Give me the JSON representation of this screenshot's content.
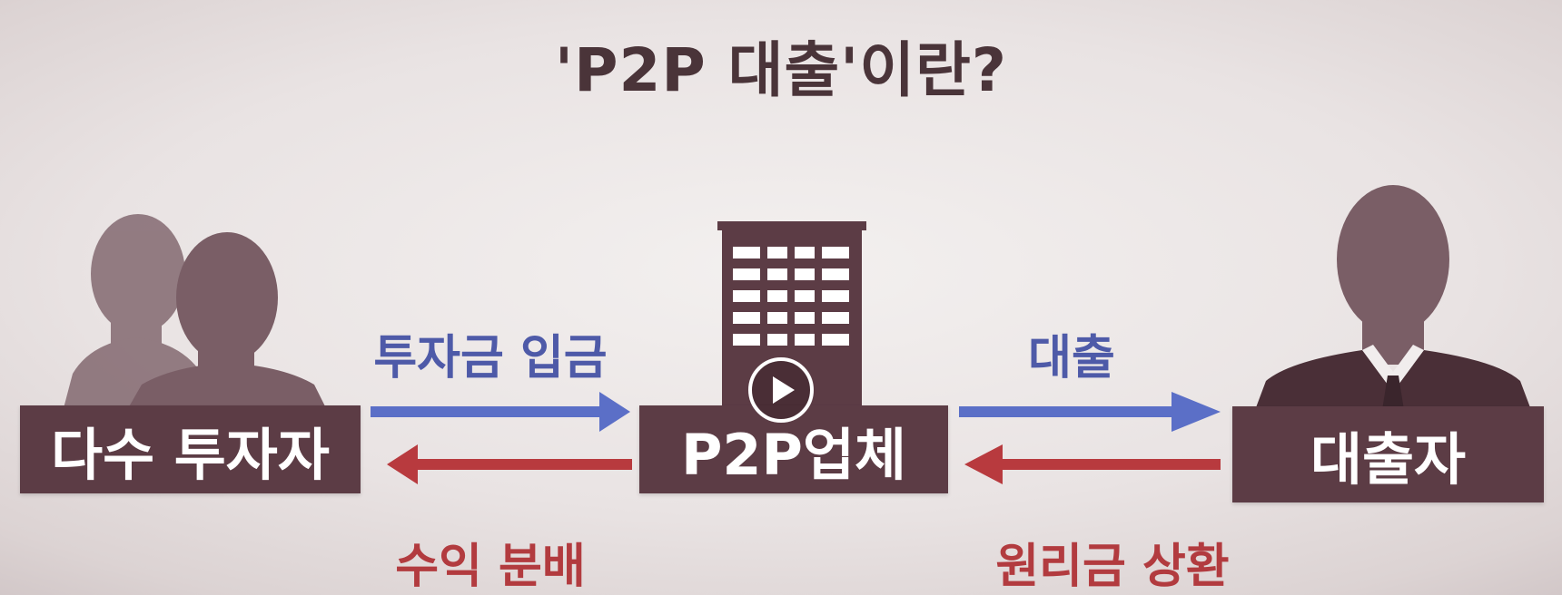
{
  "title": "'P2P 대출'이란?",
  "nodes": {
    "investors": "다수 투자자",
    "platform": "P2P업체",
    "borrower": "대출자"
  },
  "flows": {
    "investment_deposit": "투자금 입금",
    "profit_distribution": "수익 분배",
    "loan": "대출",
    "principal_interest_repayment": "원리금 상환"
  },
  "colors": {
    "box": "#5c3c45",
    "blue_arrow": "#5b6fc7",
    "red_arrow": "#b83a3e",
    "silhouette": "#7a5e66"
  },
  "icons": {
    "investors": "people-silhouette-icon",
    "platform": "building-icon",
    "borrower": "businessman-silhouette-icon",
    "video": "play-icon"
  }
}
